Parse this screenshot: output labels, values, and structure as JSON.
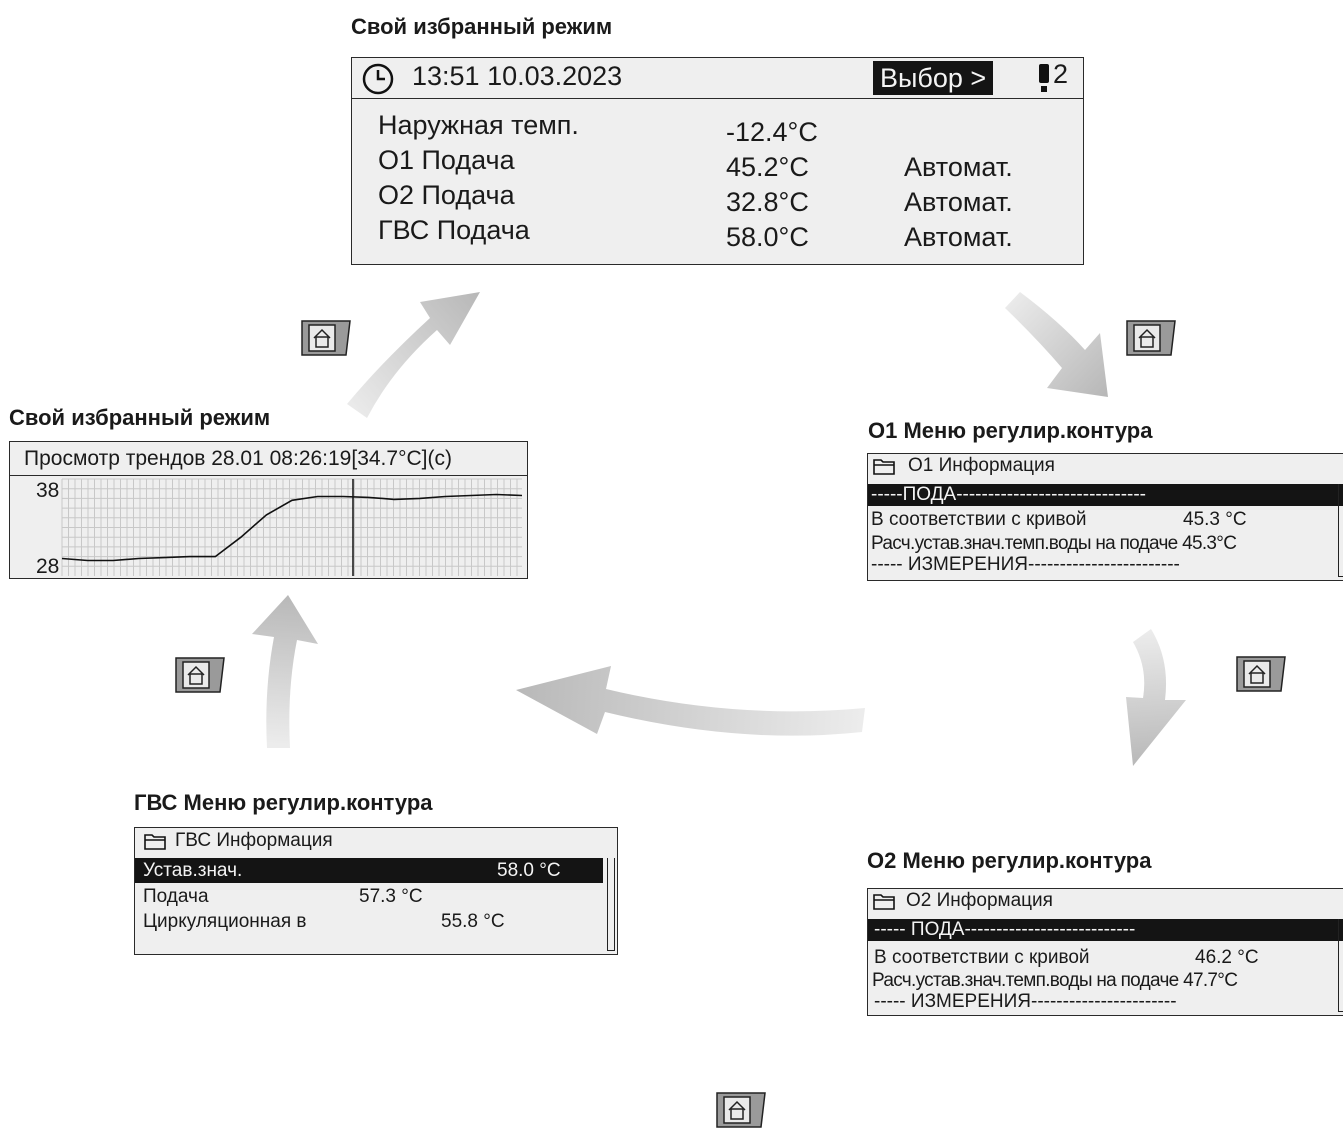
{
  "main_title": "Свой избранный режим",
  "main_screen": {
    "time": "13:51 10.03.2023",
    "select_button": "Выбор >",
    "alarm_count": "2",
    "rows": [
      {
        "label": "Наружная темп.",
        "value": "-12.4°C",
        "mode": ""
      },
      {
        "label": "О1 Подача",
        "value": "45.2°C",
        "mode": "Автомат."
      },
      {
        "label": "О2 Подача",
        "value": "32.8°C",
        "mode": "Автомат."
      },
      {
        "label": "ГВС Подача",
        "value": "58.0°C",
        "mode": "Автомат."
      }
    ]
  },
  "trend_title": "Свой избранный режим",
  "trend_screen": {
    "header": "Просмотр трендов 28.01 08:26:19[34.7°C](c)",
    "y_max": "38",
    "y_min": "28"
  },
  "chart_data": {
    "type": "line",
    "ylim": [
      28,
      38
    ],
    "series": [
      {
        "values": [
          29.8,
          29.6,
          29.6,
          29.8,
          29.9,
          30.0,
          30.0,
          32.0,
          34.3,
          35.8,
          36.2,
          36.2,
          36.1,
          35.9,
          36.0,
          36.2,
          36.3,
          36.4,
          36.3
        ]
      }
    ]
  },
  "o1_title": "О1 Меню регулир.контура",
  "o1_screen": {
    "header": "О1 Информация",
    "section1": "-----ПОДА------------------------------",
    "line1_label": "В соответствии с кривой",
    "line1_value": "45.3 °C",
    "line2": "Расч.устав.знач.темп.воды на подаче 45.3°C",
    "section2": "----- ИЗМЕРЕНИЯ------------------------"
  },
  "o2_title": "О2 Меню регулир.контура",
  "o2_screen": {
    "header": "О2 Информация",
    "section1": "----- ПОДА---------------------------",
    "line1_label": "В соответствии с кривой",
    "line1_value": "46.2 °C",
    "line2": "Расч.устав.знач.темп.воды на подаче 47.7°C",
    "section2": "----- ИЗМЕРЕНИЯ-----------------------"
  },
  "gvs_title": "ГВС Меню регулир.контура",
  "gvs_screen": {
    "header": "ГВС Информация",
    "rows": [
      {
        "label": "Устав.знач.",
        "value": "58.0 °C"
      },
      {
        "label": "Подача",
        "value": "57.3 °C"
      },
      {
        "label": "Циркуляционная в",
        "value": "55.8 °C"
      }
    ]
  },
  "colors": {
    "arrow": "#c4c4c4",
    "lcd_bg": "#efefef",
    "grid": "#c8c8c8",
    "button": "#9a9a9a"
  }
}
